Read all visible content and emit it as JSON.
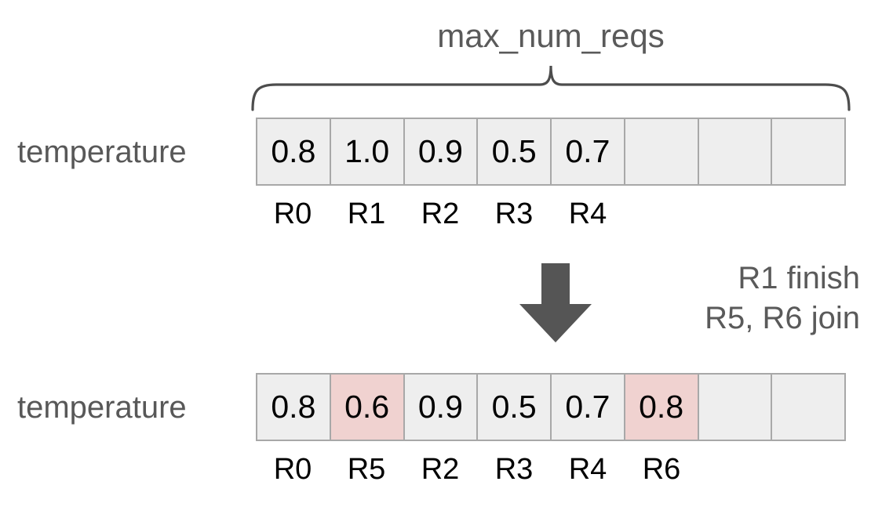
{
  "diagram": {
    "bracket_label": "max_num_reqs",
    "accent_colors": {
      "text_gray": "#5a5a5a",
      "cell_fill": "#eeeeee",
      "cell_border": "#a8a8a8",
      "highlight_fill": "#f0d2d0",
      "arrow_fill": "#555555"
    },
    "before": {
      "row_label": "temperature",
      "cells": [
        {
          "value": "0.8",
          "highlight": false,
          "req": "R0"
        },
        {
          "value": "1.0",
          "highlight": false,
          "req": "R1"
        },
        {
          "value": "0.9",
          "highlight": false,
          "req": "R2"
        },
        {
          "value": "0.5",
          "highlight": false,
          "req": "R3"
        },
        {
          "value": "0.7",
          "highlight": false,
          "req": "R4"
        },
        {
          "value": "",
          "highlight": false,
          "req": ""
        },
        {
          "value": "",
          "highlight": false,
          "req": ""
        },
        {
          "value": "",
          "highlight": false,
          "req": ""
        }
      ]
    },
    "transition": {
      "arrow": "down-arrow",
      "notes": [
        "R1 finish",
        "R5, R6 join"
      ]
    },
    "after": {
      "row_label": "temperature",
      "cells": [
        {
          "value": "0.8",
          "highlight": false,
          "req": "R0"
        },
        {
          "value": "0.6",
          "highlight": true,
          "req": "R5"
        },
        {
          "value": "0.9",
          "highlight": false,
          "req": "R2"
        },
        {
          "value": "0.5",
          "highlight": false,
          "req": "R3"
        },
        {
          "value": "0.7",
          "highlight": false,
          "req": "R4"
        },
        {
          "value": "0.8",
          "highlight": true,
          "req": "R6"
        },
        {
          "value": "",
          "highlight": false,
          "req": ""
        },
        {
          "value": "",
          "highlight": false,
          "req": ""
        }
      ]
    }
  }
}
